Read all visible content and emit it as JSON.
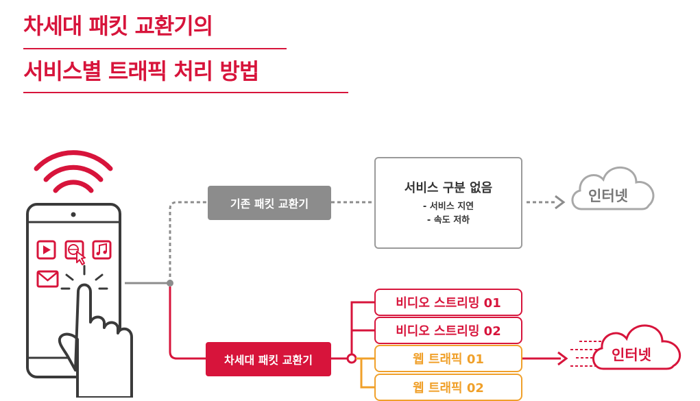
{
  "title": {
    "line1": "차세대 패킷 교환기의",
    "line2": "서비스별 트래픽 처리 방법"
  },
  "colors": {
    "accent": "#d7143b",
    "gray": "#8c8c8c",
    "orange": "#f0a02a"
  },
  "legacy": {
    "switch_label": "기존 패킷 교환기",
    "result_title": "서비스 구분 없음",
    "result_notes": [
      "- 서비스 지연",
      "- 속도 저하"
    ],
    "cloud_label": "인터넷"
  },
  "next_gen": {
    "switch_label": "차세대 패킷 교환기",
    "lanes": [
      {
        "label": "비디오 스트리밍 01",
        "color": "#d7143b"
      },
      {
        "label": "비디오 스트리밍 02",
        "color": "#d7143b"
      },
      {
        "label": "웹 트래픽 01",
        "color": "#f0a02a"
      },
      {
        "label": "웹 트래픽 02",
        "color": "#f0a02a"
      }
    ],
    "cloud_label": "인터넷"
  },
  "icons": [
    "wifi-signal-icon",
    "smartphone-icon",
    "play-icon",
    "web-globe-icon",
    "music-note-icon",
    "mail-icon",
    "tapping-hand-icon",
    "cloud-icon",
    "arrow-right-icon"
  ]
}
